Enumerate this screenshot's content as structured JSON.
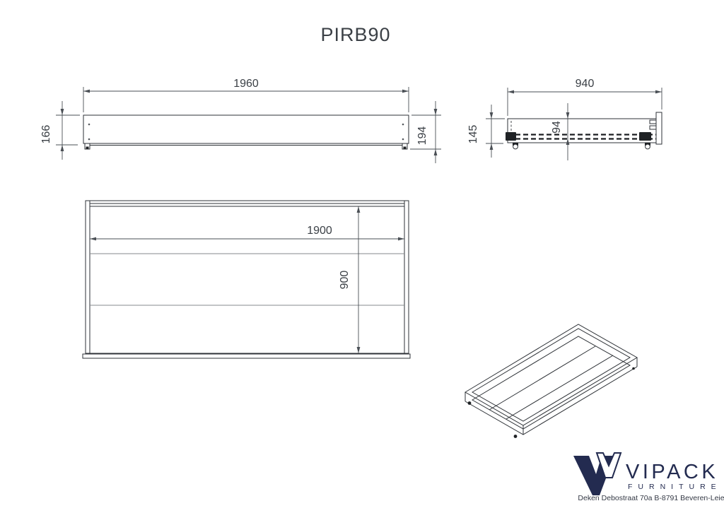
{
  "title": "PIRB90",
  "views": {
    "front": {
      "width_mm": "1960",
      "height_left_mm": "166",
      "height_right_mm": "194"
    },
    "side": {
      "width_mm": "940",
      "height_mm": "145",
      "inner_depth_mm": "94"
    },
    "plan": {
      "inner_length_mm": "1900",
      "inner_width_mm": "900"
    }
  },
  "logo": {
    "brand": "VIPACK",
    "subtitle": "FURNITURE",
    "address": "Deken Debostraat 70a B-8791 Beveren-Leie"
  },
  "colors": {
    "line": "#2e3237",
    "dimension_text": "#3b4046",
    "brand_navy": "#232b50"
  }
}
